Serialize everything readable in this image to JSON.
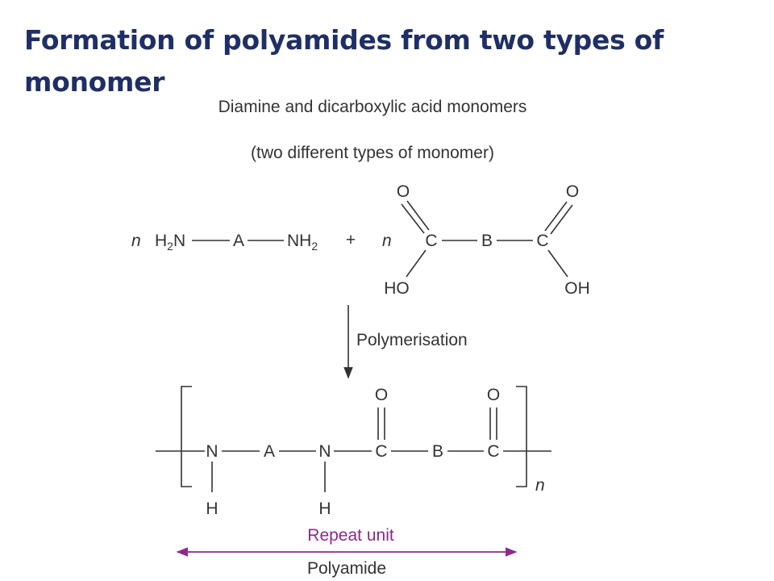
{
  "title": "Formation of polyamides from two types of monomer",
  "diagram": {
    "caption_line1": "Diamine and dicarboxylic acid monomers",
    "caption_line2": "(two different types of monomer)",
    "n": "n",
    "plus": "+",
    "h2n_main": "H",
    "h2n_sub": "2",
    "h2n_end": "N",
    "nh2_main": "NH",
    "nh2_sub": "2",
    "A": "A",
    "B": "B",
    "C": "C",
    "O": "O",
    "HO": "HO",
    "OH": "OH",
    "N": "N",
    "H": "H",
    "reaction_label": "Polymerisation",
    "repeat_unit_label": "Repeat unit",
    "polymer_label": "Polyamide",
    "accent_color": "#8b2a8c"
  }
}
